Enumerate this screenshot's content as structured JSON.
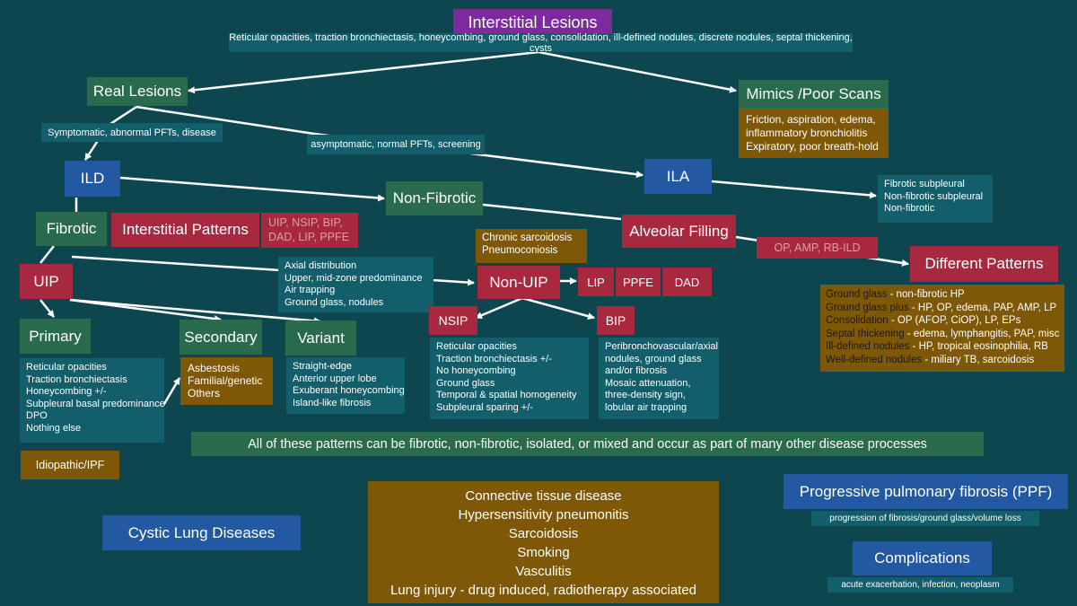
{
  "title": "Interstitial Lesions",
  "subtitle": "Reticular opacities, traction bronchiectasis, honeycombing, ground glass, consolidation, ill-defined nodules, discrete nodules, septal thickening, cysts",
  "real_lesions": "Real Lesions",
  "mimics": {
    "title": "Mimics /Poor Scans",
    "items": [
      "Friction, aspiration, edema,",
      "inflammatory bronchiolitis",
      "Expiratory, poor breath-hold"
    ]
  },
  "symptomatic": "Symptomatic, abnormal PFTs, disease",
  "asymptomatic": "asymptomatic, normal PFTs, screening",
  "ild": "ILD",
  "ila": {
    "title": "ILA",
    "items": [
      "Fibrotic subpleural",
      "Non-fibrotic subpleural",
      "Non-fibrotic"
    ]
  },
  "fibrotic": "Fibrotic",
  "non_fibrotic": "Non-Fibrotic",
  "interstitial_patterns": {
    "title": "Interstitial Patterns",
    "items": [
      "UIP, NSIP, BIP,",
      "DAD, LIP, PPFE"
    ]
  },
  "alveolar_filling": {
    "title": "Alveolar Filling",
    "items": "OP, AMP, RB-ILD"
  },
  "chronic_box": [
    "Chronic sarcoidosis",
    "Pneumoconiosis"
  ],
  "uip": "UIP",
  "uip_features": [
    "Axial distribution",
    "Upper, mid-zone predominance",
    "Air trapping",
    "Ground glass, nodules"
  ],
  "non_uip": "Non-UIP",
  "lip": "LIP",
  "ppfe": "PPFE",
  "dad": "DAD",
  "nsip": {
    "title": "NSIP",
    "items": [
      "Reticular opacities",
      "Traction bronchiectasis +/-",
      "No honeycombing",
      "Ground glass",
      "Temporal & spatial homogeneity",
      "Subpleural sparing +/-"
    ]
  },
  "bip": {
    "title": "BIP",
    "items": [
      "Peribronchovascular/axial",
      "nodules, ground glass",
      "and/or fibrosis",
      "Mosaic attenuation,",
      "three-density sign,",
      "lobular air trapping"
    ]
  },
  "different_patterns": {
    "title": "Different Patterns",
    "items": [
      {
        "label": "Ground glass",
        "text": " - non-fibrotic HP"
      },
      {
        "label": "Ground glass plus",
        "text": " - HP, OP, edema, PAP, AMP, LP"
      },
      {
        "label": "Consolidation",
        "text": " - OP (AFOP, CiOP), LP, EPs"
      },
      {
        "label": "Septal thickening",
        "text": " - edema, lymphangitis, PAP, misc"
      },
      {
        "label": "Ill-defined nodules",
        "text": " - HP, tropical eosinophilia, RB"
      },
      {
        "label": "Well-defined nodules",
        "text": " - miliary TB, sarcoidosis"
      }
    ]
  },
  "primary": {
    "title": "Primary",
    "items": [
      "Reticular opacities",
      "Traction bronchiectasis",
      "Honeycombing +/-",
      "Subpleural basal predominance",
      "DPO",
      "Nothing else"
    ]
  },
  "secondary": {
    "title": "Secondary",
    "items": [
      "Asbestosis",
      "Familial/genetic",
      "Others"
    ]
  },
  "variant": {
    "title": "Variant",
    "items": [
      "Straight-edge",
      "Anterior upper lobe",
      "Exuberant honeycombing",
      "Island-like fibrosis"
    ]
  },
  "idiopathic": "Idiopathic/IPF",
  "all_patterns_note": "All of these patterns can be fibrotic, non-fibrotic, isolated, or mixed and occur as part of many other disease processes",
  "cystic": "Cystic Lung Diseases",
  "diseases": [
    "Connective tissue disease",
    "Hypersensitivity pneumonitis",
    "Sarcoidosis",
    "Smoking",
    "Vasculitis",
    "Lung injury - drug induced, radiotherapy associated"
  ],
  "ppf": {
    "title": "Progressive pulmonary fibrosis (PPF)",
    "sub": "progression of fibrosis/ground glass/volume loss"
  },
  "complications": {
    "title": "Complications",
    "sub": "acute exacerbation, infection, neoplasm"
  },
  "colors": {
    "background": "#0e4650",
    "green": "#2a6b4e",
    "blue": "#2359a2",
    "red": "#a7283f",
    "purple": "#7c2a9e",
    "teal": "#135e6b",
    "olive": "#7e5806"
  }
}
